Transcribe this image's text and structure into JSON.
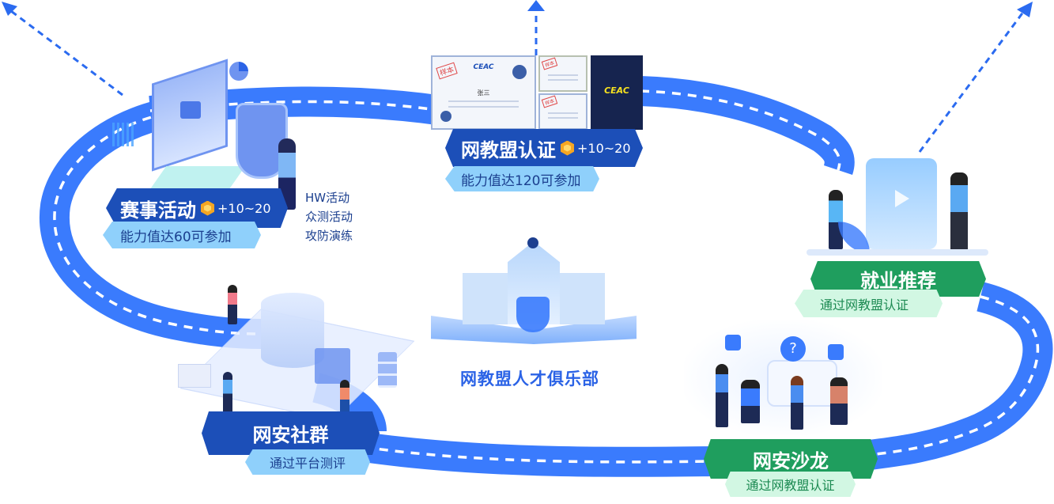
{
  "colors": {
    "road": "#3a7bfd",
    "road_dash": "#ffffff",
    "blue_tag": "#1c4fb8",
    "blue_sub": "#8fd0fb",
    "green_tag": "#1f9e5e",
    "green_sub": "#d2f7e3",
    "coin": "#f5a623",
    "club_text": "#2b63e6"
  },
  "center": {
    "title": "网教盟人才俱乐部",
    "icon": "building-shield-icon"
  },
  "stages": {
    "competition": {
      "title": "赛事活动",
      "points_icon": "coin-icon",
      "points": "+10~20",
      "requirement": "能力值达60可参加",
      "activities": [
        "HW活动",
        "众测活动",
        "攻防演练"
      ],
      "illustration": "laptop-lock-shield-illustration"
    },
    "certification": {
      "title": "网教盟认证",
      "points_icon": "coin-icon",
      "points": "+10~20",
      "requirement": "能力值达120可参加",
      "illustration": "ceac-certificates-illustration",
      "certificates": {
        "brand": "CEAC",
        "stamp": "样本",
        "holder": "张三"
      }
    },
    "employment": {
      "title": "就业推荐",
      "requirement": "通过网教盟认证",
      "illustration": "job-resume-illustration"
    },
    "salon": {
      "title": "网安沙龙",
      "requirement": "通过网教盟认证",
      "illustration": "team-discussion-illustration"
    },
    "community": {
      "title": "网安社群",
      "requirement": "通过平台测评",
      "illustration": "data-platform-illustration"
    }
  },
  "arrows": [
    "arrow-up-left",
    "arrow-up",
    "arrow-up-right"
  ]
}
